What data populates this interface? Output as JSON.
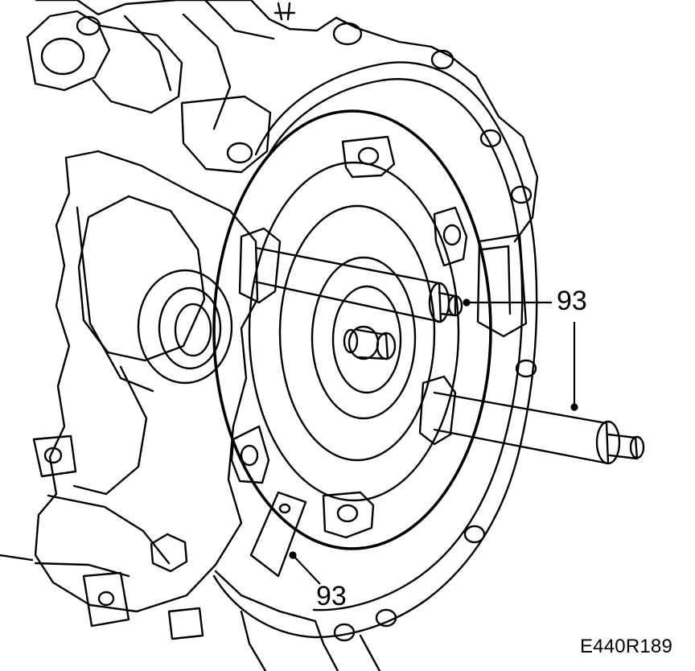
{
  "callouts": {
    "top": "93",
    "bottom": "93"
  },
  "figure_code": "E440R189",
  "colors": {
    "ink": "#000000",
    "paper": "#ffffff"
  }
}
